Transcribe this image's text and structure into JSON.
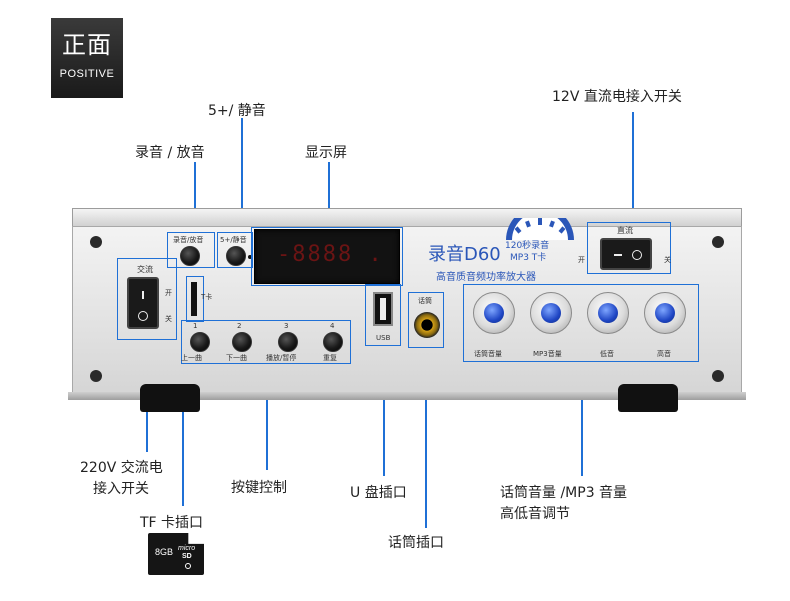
{
  "badge": {
    "title": "正面",
    "subtitle": "POSITIVE"
  },
  "callouts": {
    "mute": "5+/ 静音",
    "record_play": "录音 / 放音",
    "display": "显示屏",
    "dc_power": "12V 直流电接入开关",
    "ac_power_line1": "220V 交流电",
    "ac_power_line2": "接入开关",
    "tf_slot": "TF 卡插口",
    "keys": "按键控制",
    "usb": "U 盘插口",
    "mic": "话筒插口",
    "volume_line1": "话筒音量 /MP3 音量",
    "volume_line2": "高低音调节"
  },
  "device": {
    "record_play_label": "录音/放音",
    "mute_label": "5+/静音",
    "display_readout": "-8888 .",
    "brand": "录音D60",
    "logo_line1": "120秒录音",
    "logo_line2": "MP3  T卡",
    "subtitle": "高音质音频功率放大器",
    "ac_label": "交流",
    "ac_on": "开",
    "ac_off": "关",
    "dc_label": "直流",
    "dc_on": "开",
    "dc_off": "关",
    "tf_label": "T卡",
    "usb_label": "USB",
    "mic_label": "话筒",
    "keys": [
      {
        "num": "1",
        "label": "上一曲"
      },
      {
        "num": "2",
        "label": "下一曲"
      },
      {
        "num": "3",
        "label": "播放/暂停"
      },
      {
        "num": "4",
        "label": "重复"
      }
    ],
    "knobs": [
      {
        "label": "话筒音量"
      },
      {
        "label": "MP3音量"
      },
      {
        "label": "低音"
      },
      {
        "label": "高音"
      }
    ]
  },
  "sd_card": {
    "capacity": "8GB",
    "type": "micro",
    "mark": "SD"
  },
  "colors": {
    "leader": "#1f70d6",
    "knob_cap": "#1f46c4",
    "badge_bg": "#1a1a1a"
  }
}
